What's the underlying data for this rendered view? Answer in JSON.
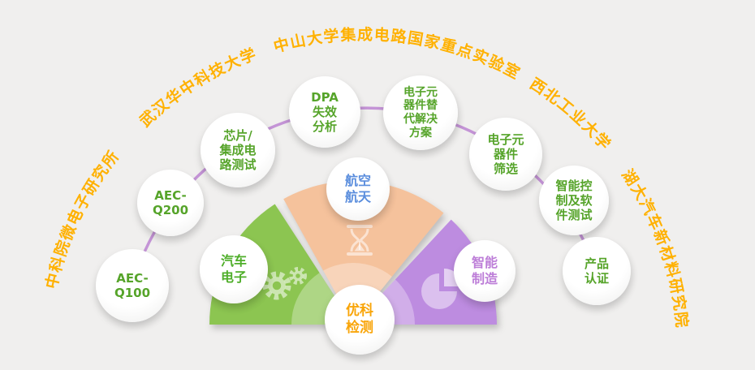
{
  "title_arc_labels": [
    {
      "text": "中科院微电子研究所"
    },
    {
      "text": "武汉华中科技大学"
    },
    {
      "text": "中山大学集成电路国家重点实验室"
    },
    {
      "text": "西北工业大学"
    },
    {
      "text": "湖大汽车新材料研究院"
    }
  ],
  "service_nodes": [
    {
      "label": "AEC-\nQ100"
    },
    {
      "label": "AEC-\nQ200"
    },
    {
      "label": "芯片/\n集成电\n路测试"
    },
    {
      "label": "DPA\n失效\n分析"
    },
    {
      "label": "电子元\n器件替\n代解决\n方案"
    },
    {
      "label": "电子元\n器件\n筛选"
    },
    {
      "label": "智能控\n制及软\n件测试"
    },
    {
      "label": "产品\n认证"
    }
  ],
  "fan": {
    "sectors": [
      {
        "name": "automotive-electronics",
        "label": "汽车\n电子",
        "color": "#8cc551",
        "icon": "gears-icon"
      },
      {
        "name": "aerospace",
        "label": "航空\n航天",
        "color": "#f5c29c",
        "icon": "hourglass-icon"
      },
      {
        "name": "intelligent-manufacturing",
        "label": "智能\n制造",
        "color": "#bd8ce0",
        "icon": "pie-chart-icon"
      }
    ],
    "center_label": "优科\n检测"
  },
  "colors": {
    "background": "#f0efee",
    "arc_text": "#ffb100",
    "connector": "#c494d6",
    "service_text": "#56a42a",
    "automotive_text": "#4fae2a",
    "aerospace_text": "#5b8edd",
    "manufacturing_text": "#bd7ed8",
    "center_text": "#f9a509"
  }
}
